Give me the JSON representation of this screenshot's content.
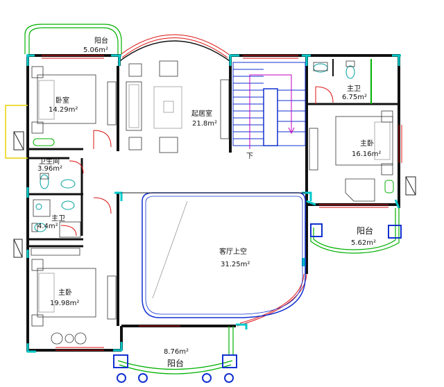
{
  "rooms": {
    "balcony_top": {
      "name": "阳台",
      "area": "5.06m²"
    },
    "bedroom_left": {
      "name": "卧室",
      "area": "14.29m²"
    },
    "lounge": {
      "name": "起居室",
      "area": "21.8m²"
    },
    "stair_down": {
      "name": "下"
    },
    "master_bath_right": {
      "name": "主卫",
      "area": "6.75m²"
    },
    "master_bed_right": {
      "name": "主卧",
      "area": "16.16m²"
    },
    "bathroom": {
      "name": "卫生间",
      "area": "3.96m²"
    },
    "master_bath_left": {
      "name": "主卫",
      "area": "4.4m²"
    },
    "living_void": {
      "name": "客厅上空",
      "area": "31.25m²"
    },
    "balcony_right": {
      "name": "阳台",
      "area": "5.62m²"
    },
    "master_bed_left": {
      "name": "主卧",
      "area": "19.98m²"
    },
    "balcony_bottom": {
      "name": "阳台",
      "area": "8.76m²"
    }
  },
  "colors": {
    "wall": "#111111",
    "window": "#dd1111",
    "column": "#00c8c8",
    "railing": "#00b000",
    "stair": "#1030d0",
    "fixture": "#00a0a0"
  }
}
